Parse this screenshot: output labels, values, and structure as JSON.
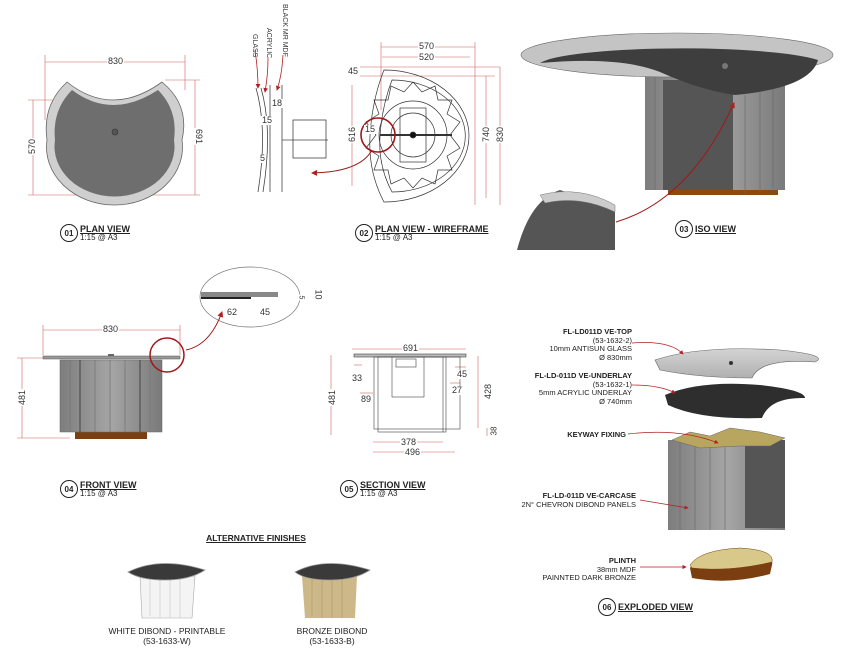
{
  "views": {
    "plan": {
      "num": "01",
      "name": "PLAN VIEW",
      "scale": "1:15 @ A3",
      "dims": {
        "width": "830",
        "depth": "570",
        "overall": "691"
      }
    },
    "wireframe": {
      "num": "02",
      "name": "PLAN VIEW - WIREFRAME",
      "scale": "1:15 @ A3",
      "dims": {
        "d570": "570",
        "d520": "520",
        "d45": "45",
        "d616": "616",
        "d740": "740",
        "d830": "830",
        "d15": "15"
      }
    },
    "iso": {
      "num": "03",
      "name": "ISO VIEW"
    },
    "front": {
      "num": "04",
      "name": "FRONT VIEW",
      "scale": "1:15 @ A3",
      "dims": {
        "width": "830",
        "height": "481",
        "d62": "62",
        "d45": "45",
        "d5": "5",
        "d10": "10"
      }
    },
    "section": {
      "num": "05",
      "name": "SECTION VIEW",
      "scale": "1:15 @ A3",
      "dims": {
        "d691": "691",
        "d481": "481",
        "d33": "33",
        "d89": "89",
        "d45": "45",
        "d27": "27",
        "d428": "428",
        "d38": "38",
        "d378": "378",
        "d496": "496"
      }
    },
    "exploded": {
      "num": "06",
      "name": "EXPLODED VIEW"
    }
  },
  "edge_detail": {
    "layers": [
      "GLASS",
      "ACRYLIC",
      "BLACK MR MDF"
    ],
    "dims": {
      "d18": "18",
      "d15": "15",
      "d5": "5"
    }
  },
  "exploded_labels": [
    {
      "title": "FL-LD011D VE-TOP",
      "lines": [
        "(53-1632-2)",
        "10mm ANTISUN GLASS",
        "Ø 830mm"
      ]
    },
    {
      "title": "FL-LD-011D VE-UNDERLAY",
      "lines": [
        "(53-1632-1)",
        "5mm ACRYLIC UNDERLAY",
        "Ø 740mm"
      ]
    },
    {
      "title": "KEYWAY FIXING",
      "lines": []
    },
    {
      "title": "FL-LD-011D VE-CARCASE",
      "lines": [
        "2N° CHEVRON DIBOND PANELS"
      ]
    },
    {
      "title": "PLINTH",
      "lines": [
        "38mm MDF",
        "PAINNTED  DARK BRONZE"
      ]
    }
  ],
  "alternative_finishes": {
    "title": "ALTERNATIVE FINISHES",
    "items": [
      {
        "name": "WHITE DIBOND - PRINTABLE",
        "code": "(53-1633-W)"
      },
      {
        "name": "BRONZE DIBOND",
        "code": "(53-1633-B)"
      }
    ]
  },
  "colors": {
    "dimension": "#c0393b",
    "glass": "#c8c8c8",
    "top": "#5a5a5a",
    "panel": "#8c8c8c",
    "plinth": "#7a3e10",
    "mdf": "#d8c98a"
  }
}
